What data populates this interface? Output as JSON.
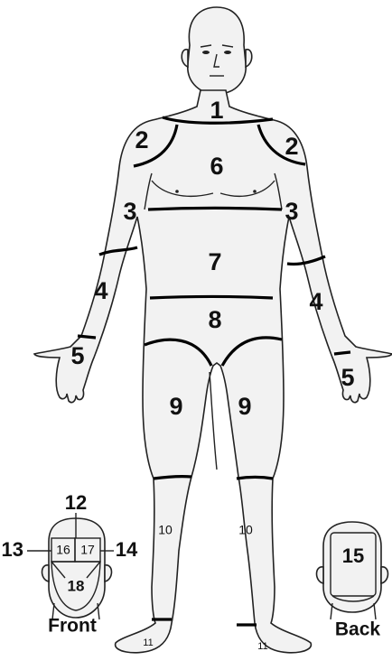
{
  "regions": {
    "r1": "1",
    "r2": "2",
    "r3": "3",
    "r4": "4",
    "r5": "5",
    "r6": "6",
    "r7": "7",
    "r8": "8",
    "r9": "9",
    "r10": "10",
    "r11": "11",
    "r12": "12",
    "r13": "13",
    "r14": "14",
    "r15": "15",
    "r16": "16",
    "r17": "17",
    "r18": "18"
  },
  "captions": {
    "front": "Front",
    "back": "Back"
  }
}
